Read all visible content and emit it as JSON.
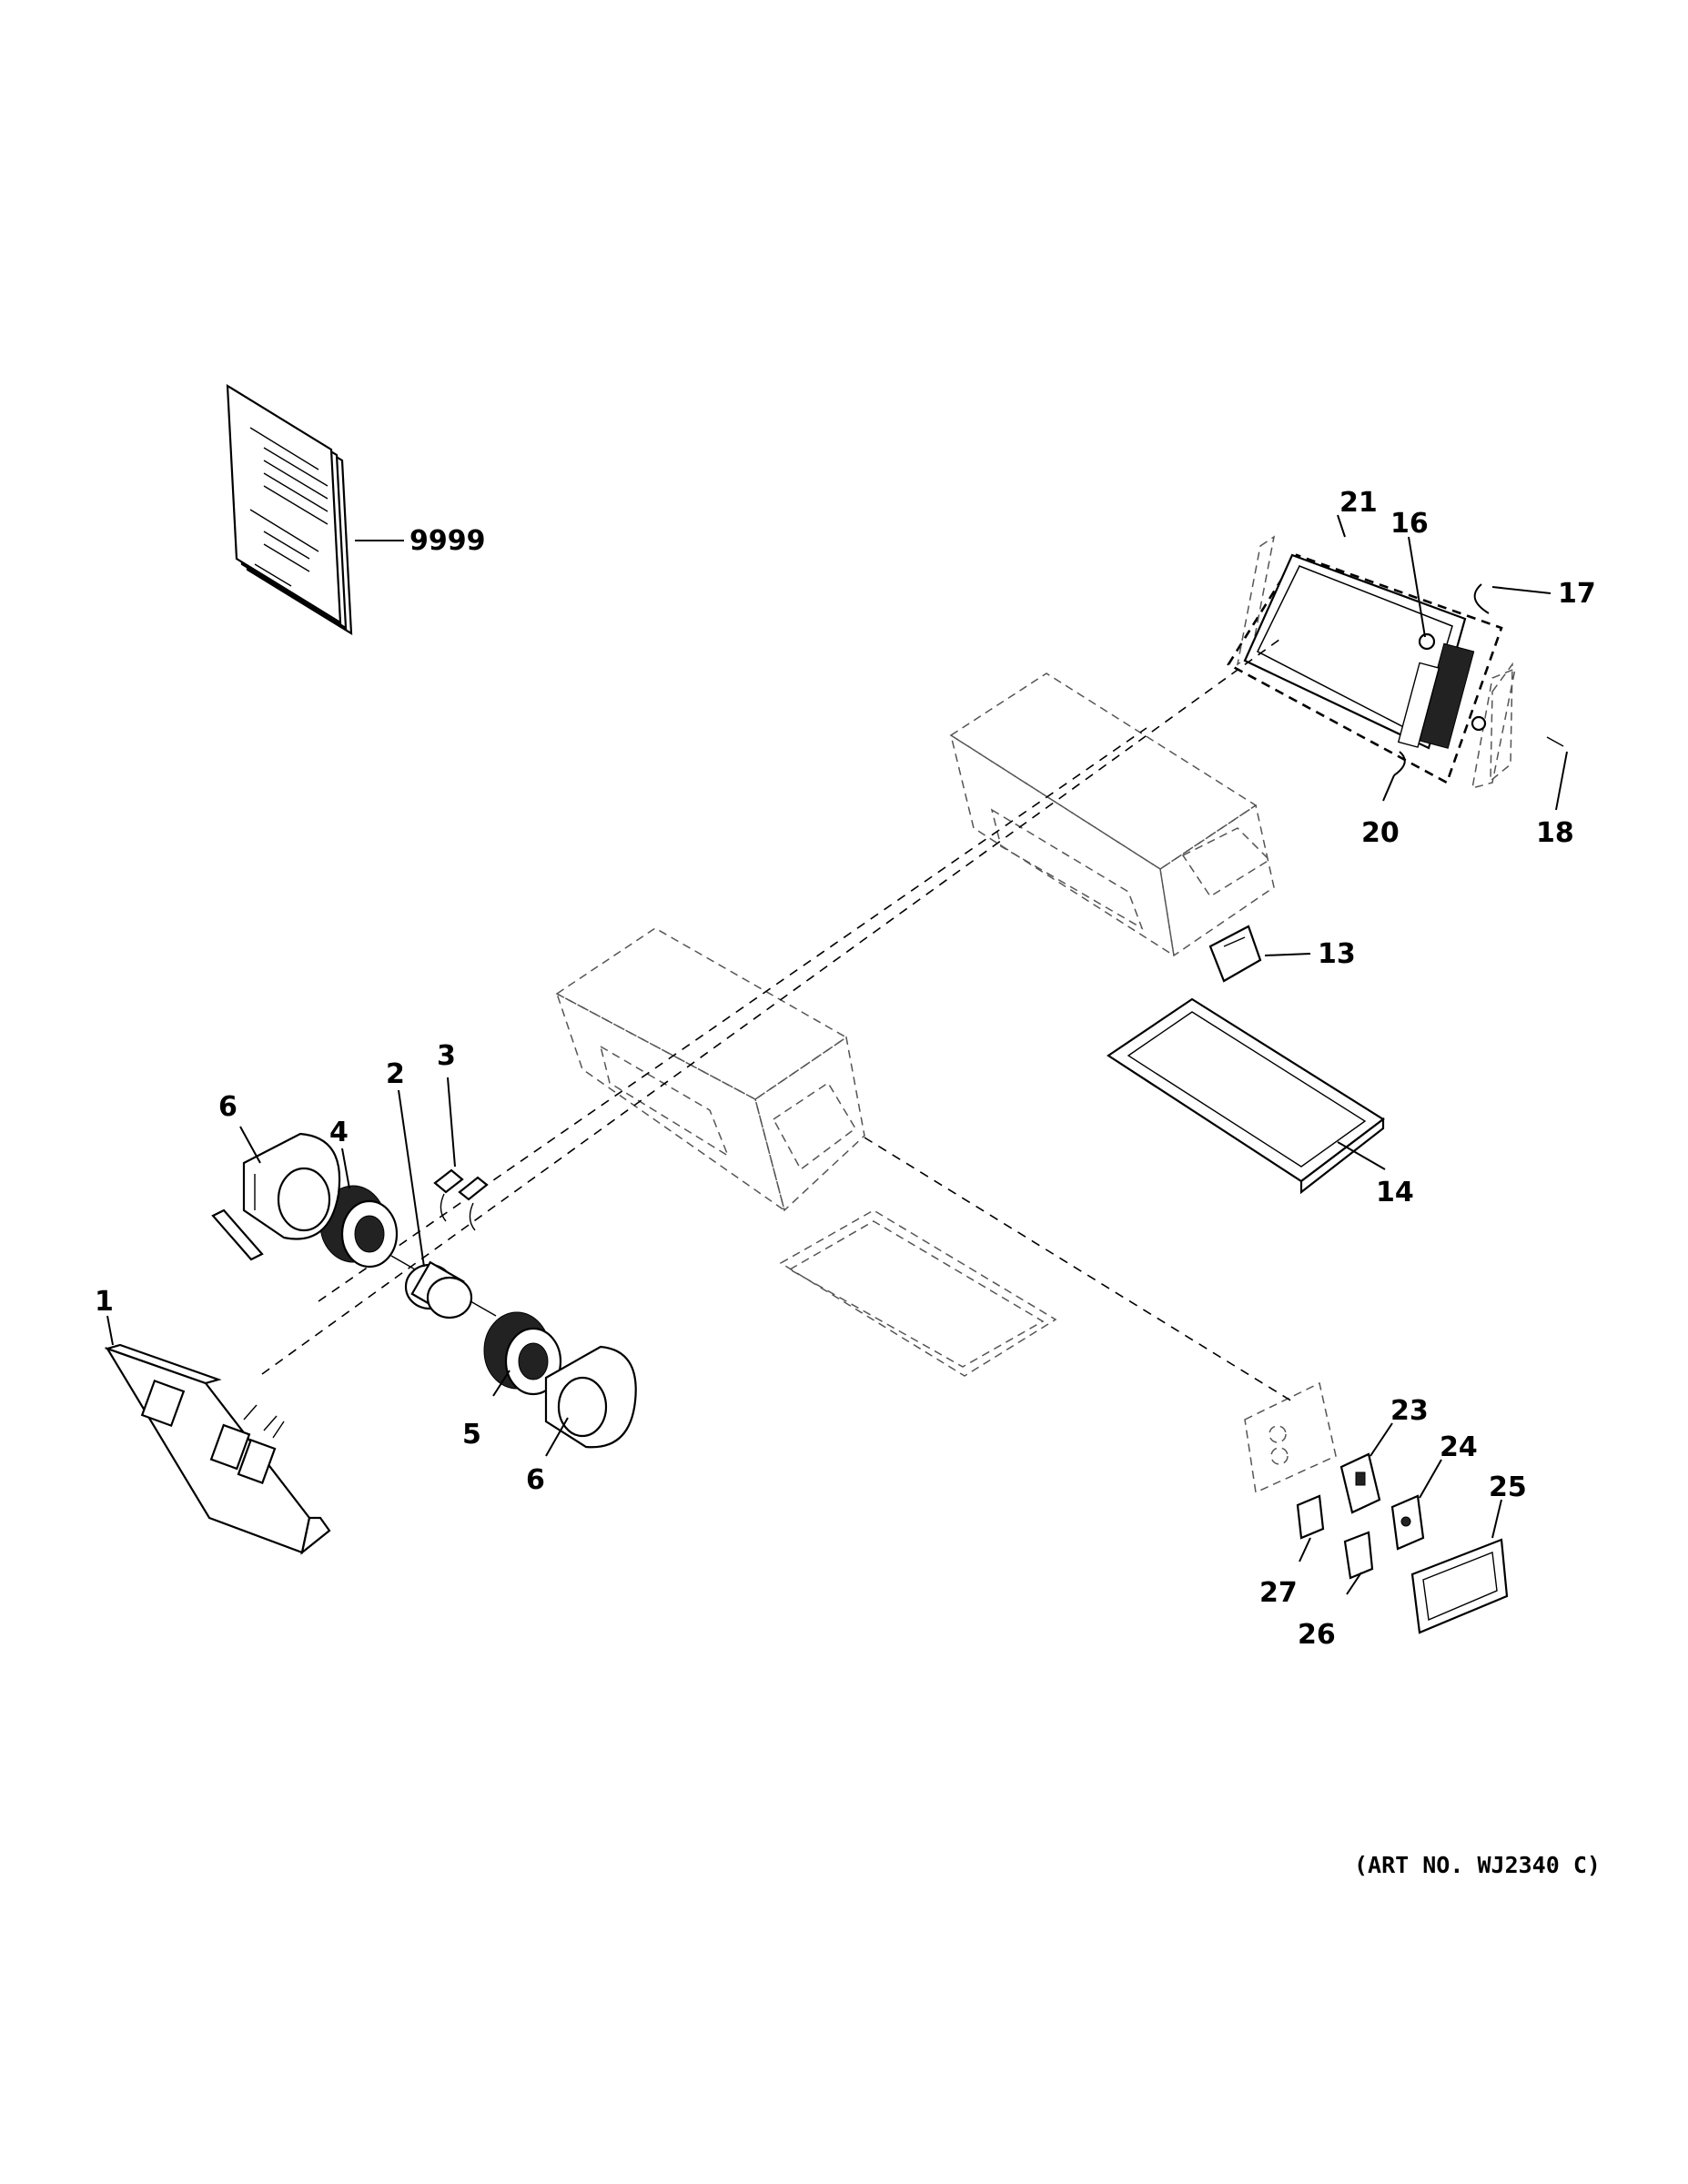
{
  "art_number": "(ART NO. WJ2340 C)",
  "callouts": [
    {
      "id": "manual",
      "text": "9999"
    },
    {
      "id": "coil",
      "text": "21"
    },
    {
      "id": "valve",
      "text": "16"
    },
    {
      "id": "tube",
      "text": "17"
    },
    {
      "id": "screw",
      "text": "18"
    },
    {
      "id": "coil-bottom",
      "text": "20"
    },
    {
      "id": "bracket",
      "text": "13"
    },
    {
      "id": "drain-pan",
      "text": "14"
    },
    {
      "id": "clip",
      "text": "3"
    },
    {
      "id": "motor",
      "text": "2"
    },
    {
      "id": "wheel-left",
      "text": "4"
    },
    {
      "id": "housing-left",
      "text": "6"
    },
    {
      "id": "front-panel",
      "text": "1"
    },
    {
      "id": "wheel-right",
      "text": "5"
    },
    {
      "id": "housing-right",
      "text": "6"
    },
    {
      "id": "board-main",
      "text": "23"
    },
    {
      "id": "board-aux",
      "text": "24"
    },
    {
      "id": "cover",
      "text": "25"
    },
    {
      "id": "board-small",
      "text": "26"
    },
    {
      "id": "board-tiny",
      "text": "27"
    }
  ]
}
